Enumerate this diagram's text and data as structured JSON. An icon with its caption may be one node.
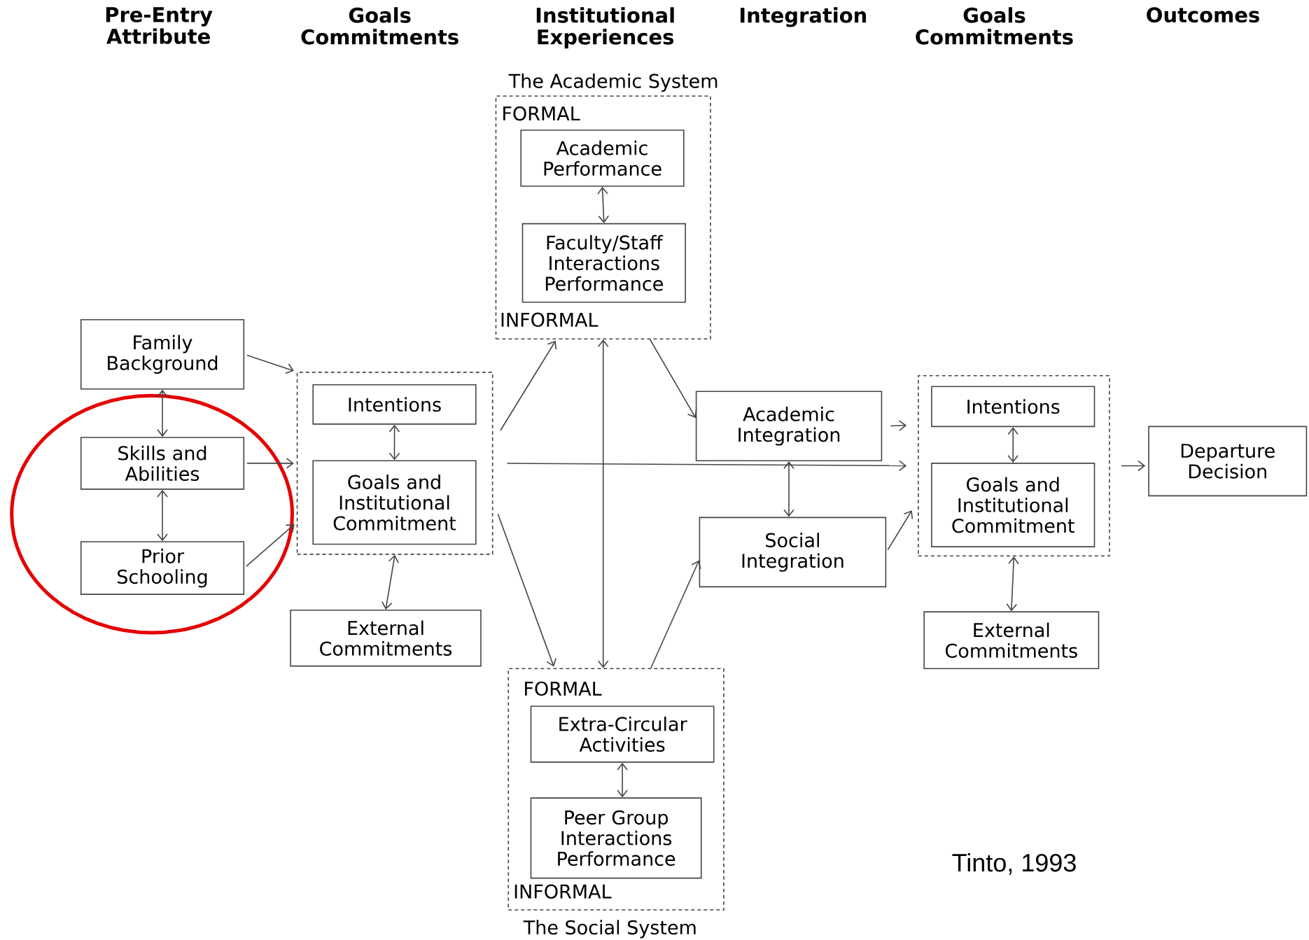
{
  "diagram": {
    "nodes": [
      {
        "text": [
          "Family Background"
        ]
      },
      {
        "text": [
          "Skills and Abilities"
        ]
      },
      {
        "text": [
          "Prior Schooling"
        ]
      },
      {
        "text": [],
        "shape": "box"
      },
      {
        "text": [
          "Intentions"
        ],
        "in": 3
      },
      {
        "text": [
          "Goals and Institutional Commitment"
        ],
        "in": 3
      },
      {
        "text": [
          "External Commitments"
        ]
      },
      {
        "text": [
          "The Academic System",
          "FORMAL",
          "INFORMAL"
        ]
      },
      {
        "text": [
          "Academic Performance"
        ],
        "in": 7
      },
      {
        "text": [
          "Faculty/Staff Interactions Performance"
        ],
        "in": 7
      },
      {
        "text": [
          "Academic Integration"
        ]
      },
      {
        "text": [
          "Social Integration"
        ]
      },
      {
        "text": [
          "FORMAL",
          "INFORMAL",
          "The Social System"
        ]
      },
      {
        "text": [
          "Extra-Circular Activities"
        ],
        "in": 12
      },
      {
        "text": [
          "Peer Group Interactions Performance"
        ],
        "in": 12
      },
      {
        "text": [],
        "shape": "box"
      },
      {
        "text": [
          "Intentions"
        ],
        "in": 15
      },
      {
        "text": [
          "Goals and Institutional Commitment"
        ],
        "in": 15
      },
      {
        "text": [
          "External Commitments"
        ]
      },
      {
        "text": [
          "Departure Decision"
        ]
      }
    ],
    "edges": [
      {
        "from": 0,
        "to": 3,
        "arrow": "to"
      },
      {
        "from": 0,
        "to": 1,
        "arrow": "both"
      },
      {
        "from": 1,
        "to": 3,
        "arrow": "to"
      },
      {
        "from": 1,
        "to": 2,
        "arrow": "both"
      },
      {
        "from": 2,
        "to": 3,
        "arrow": "to"
      },
      {
        "from": 4,
        "to": 5,
        "arrow": "both"
      },
      {
        "from": 3,
        "to": 6,
        "arrow": "both"
      },
      {
        "from": 3,
        "to": 7,
        "arrow": "to"
      },
      {
        "from": 3,
        "to": 15,
        "arrow": "to"
      },
      {
        "from": 3,
        "to": 12,
        "arrow": "to"
      },
      {
        "from": 7,
        "to": 12,
        "arrow": "both"
      },
      {
        "from": 8,
        "to": 9,
        "arrow": "both"
      },
      {
        "from": 7,
        "to": 10,
        "arrow": "to"
      },
      {
        "from": 12,
        "to": 11,
        "arrow": "to"
      },
      {
        "from": 10,
        "to": 15,
        "arrow": "to"
      },
      {
        "from": 10,
        "to": 11,
        "arrow": "both"
      },
      {
        "from": 11,
        "to": 15,
        "arrow": "to"
      },
      {
        "from": 16,
        "to": 17,
        "arrow": "both"
      },
      {
        "from": 15,
        "to": 18,
        "arrow": "both"
      },
      {
        "from": 15,
        "to": 19,
        "arrow": "to"
      },
      {
        "from": 13,
        "to": 14,
        "arrow": "both"
      }
    ],
    "labels": [
      "Pre-Entry Attribute",
      "Goals Commitments",
      "Institutional Experiences",
      "Integration",
      "Goals Commitments",
      "Outcomes",
      "Tinto, 1993"
    ]
  }
}
